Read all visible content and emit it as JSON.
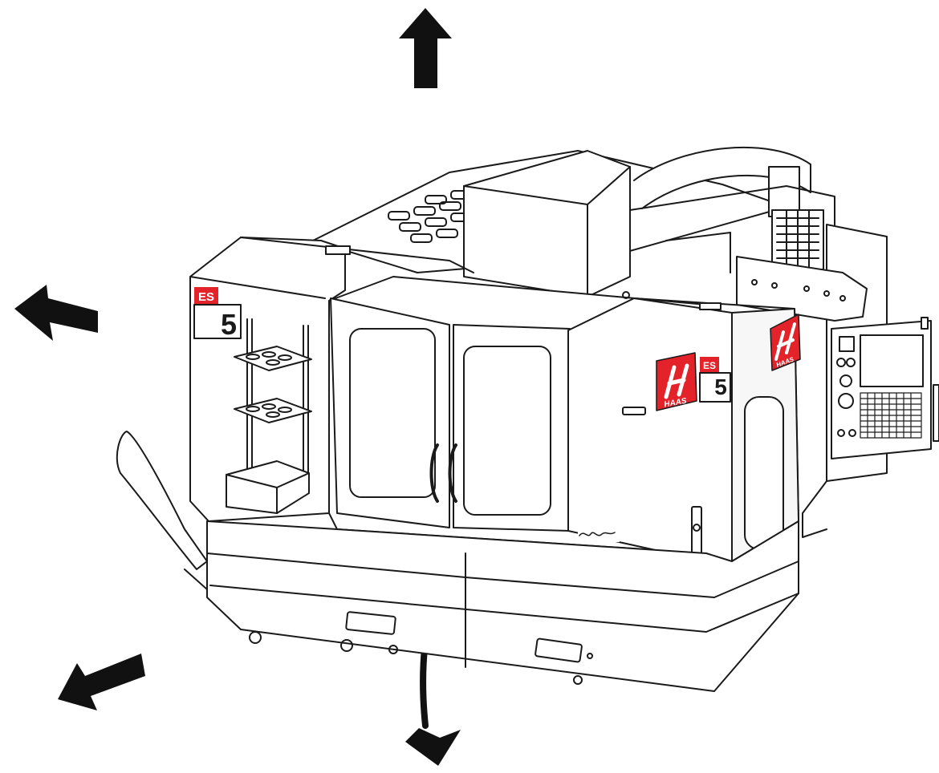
{
  "labels": {
    "badge_left_top": "ES",
    "badge_left_number": "5",
    "badge_right_top": "ES",
    "badge_right_number": "5",
    "brand": "HAAS"
  },
  "colors": {
    "line": "#1a1a1a",
    "body": "#ffffff",
    "panel": "#f7f7f7",
    "brand_red": "#e3222a",
    "arrow": "#111111"
  },
  "icons": {
    "arrows": [
      "arrow-up-icon",
      "arrow-left-icon",
      "arrow-down-left-icon",
      "curved-arrow-down-icon"
    ],
    "logos": [
      "haas-logo-door",
      "haas-logo-side"
    ]
  }
}
